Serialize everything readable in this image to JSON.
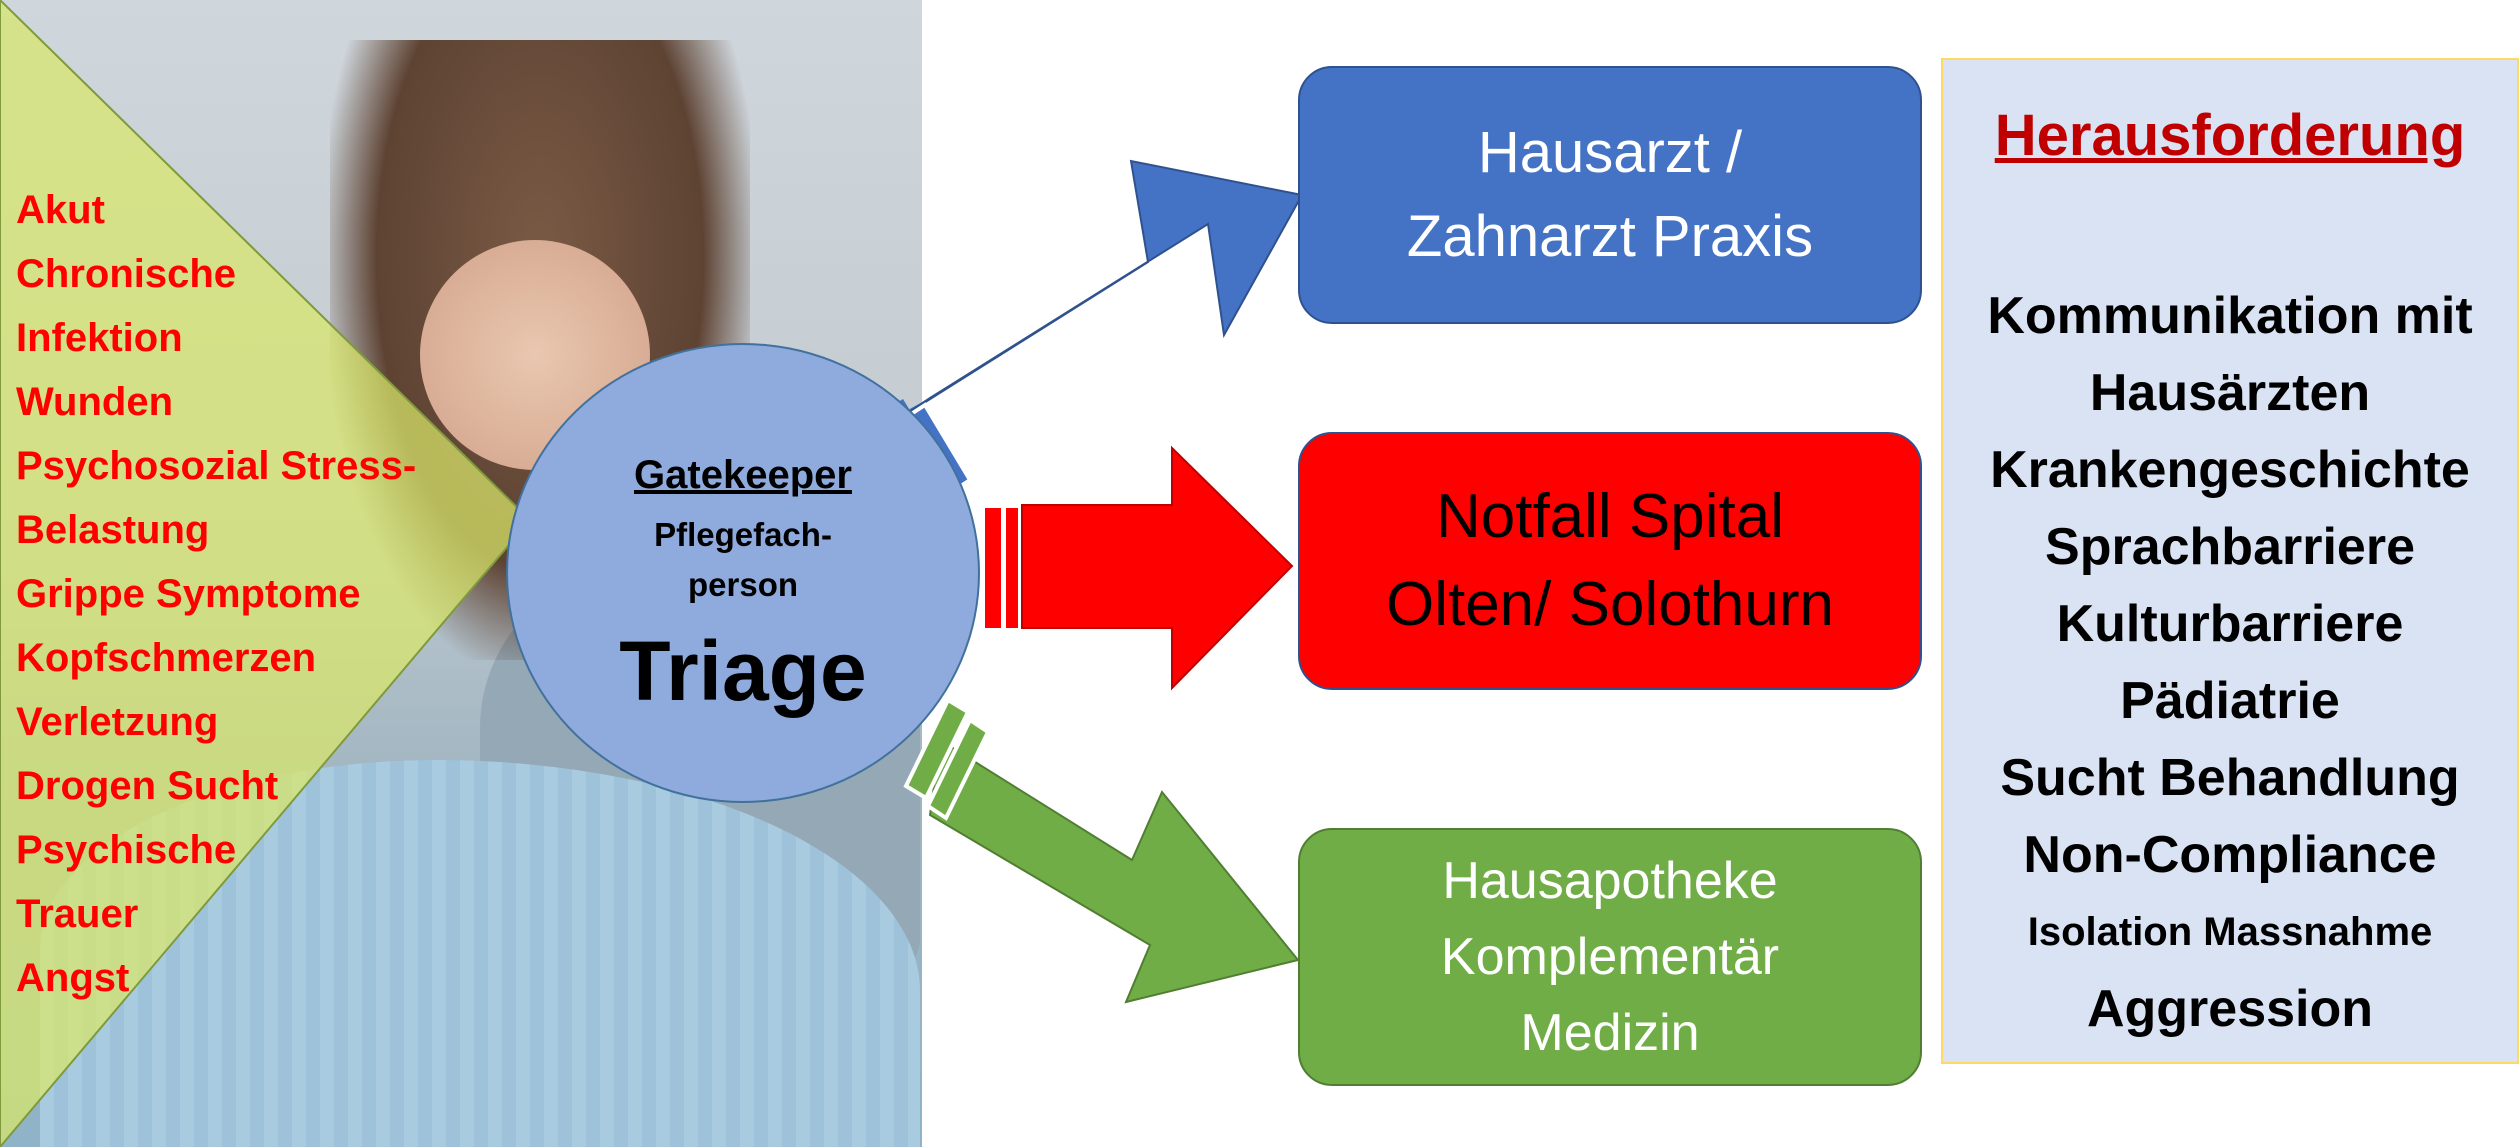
{
  "symptoms": {
    "items": [
      "Akut",
      "Chronische",
      "Infektion",
      "Wunden",
      "Psychosozial Stress-",
      "Belastung",
      "Grippe Symptome",
      "Kopfschmerzen",
      "Verletzung",
      "Drogen Sucht",
      "Psychische",
      "Trauer",
      "Angst"
    ],
    "color": "#ff0000"
  },
  "triage": {
    "gatekeeper": "Gatekeeper",
    "pflege_line1": "Pflegefach-",
    "pflege_line2": "person",
    "title": "Triage",
    "fill_color": "#8faadc"
  },
  "destinations": {
    "hausarzt": {
      "line1": "Hausarzt /",
      "line2": "Zahnarzt Praxis",
      "color": "#4472c4"
    },
    "notfall": {
      "line1": "Notfall Spital",
      "line2": "Olten/ Solothurn",
      "color": "#ff0000"
    },
    "apotheke": {
      "line1": "Hausapotheke",
      "line2": "Komplementär",
      "line3": "Medizin",
      "color": "#70ad47"
    }
  },
  "challenges": {
    "title": "Herausforderung",
    "title_color": "#c00000",
    "items": [
      "Kommunikation mit",
      "Hausärzten",
      "Krankengeschichte",
      "Sprachbarriere",
      "Kulturbarriere",
      "Pädiatrie",
      "Sucht Behandlung",
      "Non-Compliance",
      "Isolation Massnahme",
      "Aggression"
    ]
  }
}
